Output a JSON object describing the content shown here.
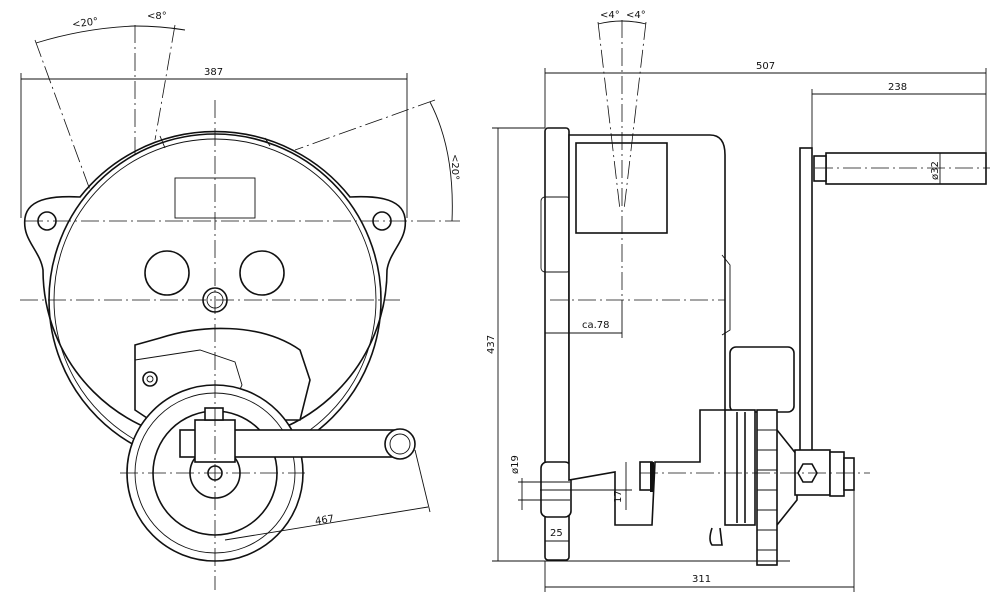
{
  "front_view": {
    "angle_left": "<20°",
    "angle_top": "<8°",
    "angle_right": "<20°",
    "width_dim": "387",
    "crank_radius_dim": "467"
  },
  "side_view": {
    "angle_left": "<4°",
    "angle_right": "<4°",
    "overall_length_dim": "507",
    "crank_offset_dim": "238",
    "handle_diameter_dim": "ø32",
    "height_dim": "437",
    "center_offset_dim": "ca.78",
    "shaft_diameter_dim": "ø19",
    "shaft_offset_dim": "17",
    "flange_thickness_dim": "25",
    "base_length_dim": "311"
  }
}
